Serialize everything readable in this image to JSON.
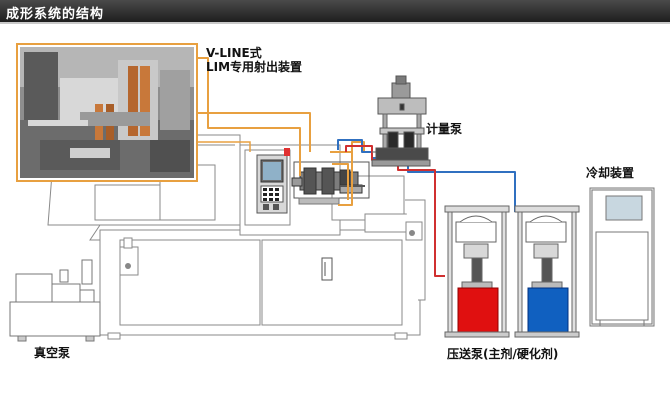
{
  "header": {
    "title": "成形系统的结构"
  },
  "labels": {
    "vline_line1": "V-LINE式",
    "vline_line2": "LIM专用射出装置",
    "metering_pump": "计量泵",
    "cooling_unit": "冷却装置",
    "vacuum_pump": "真空泵",
    "feed_pump": "压送泵(主剂/硬化剂)"
  },
  "colors": {
    "header_dark": "#1e1e1e",
    "machine_outline": "#8a8a8a",
    "pipe_orange": "#e8a040",
    "pipe_blue": "#3070c0",
    "pipe_red": "#d03030",
    "agent_main_red": "#e01010",
    "agent_hardener_blue": "#1060c0"
  }
}
